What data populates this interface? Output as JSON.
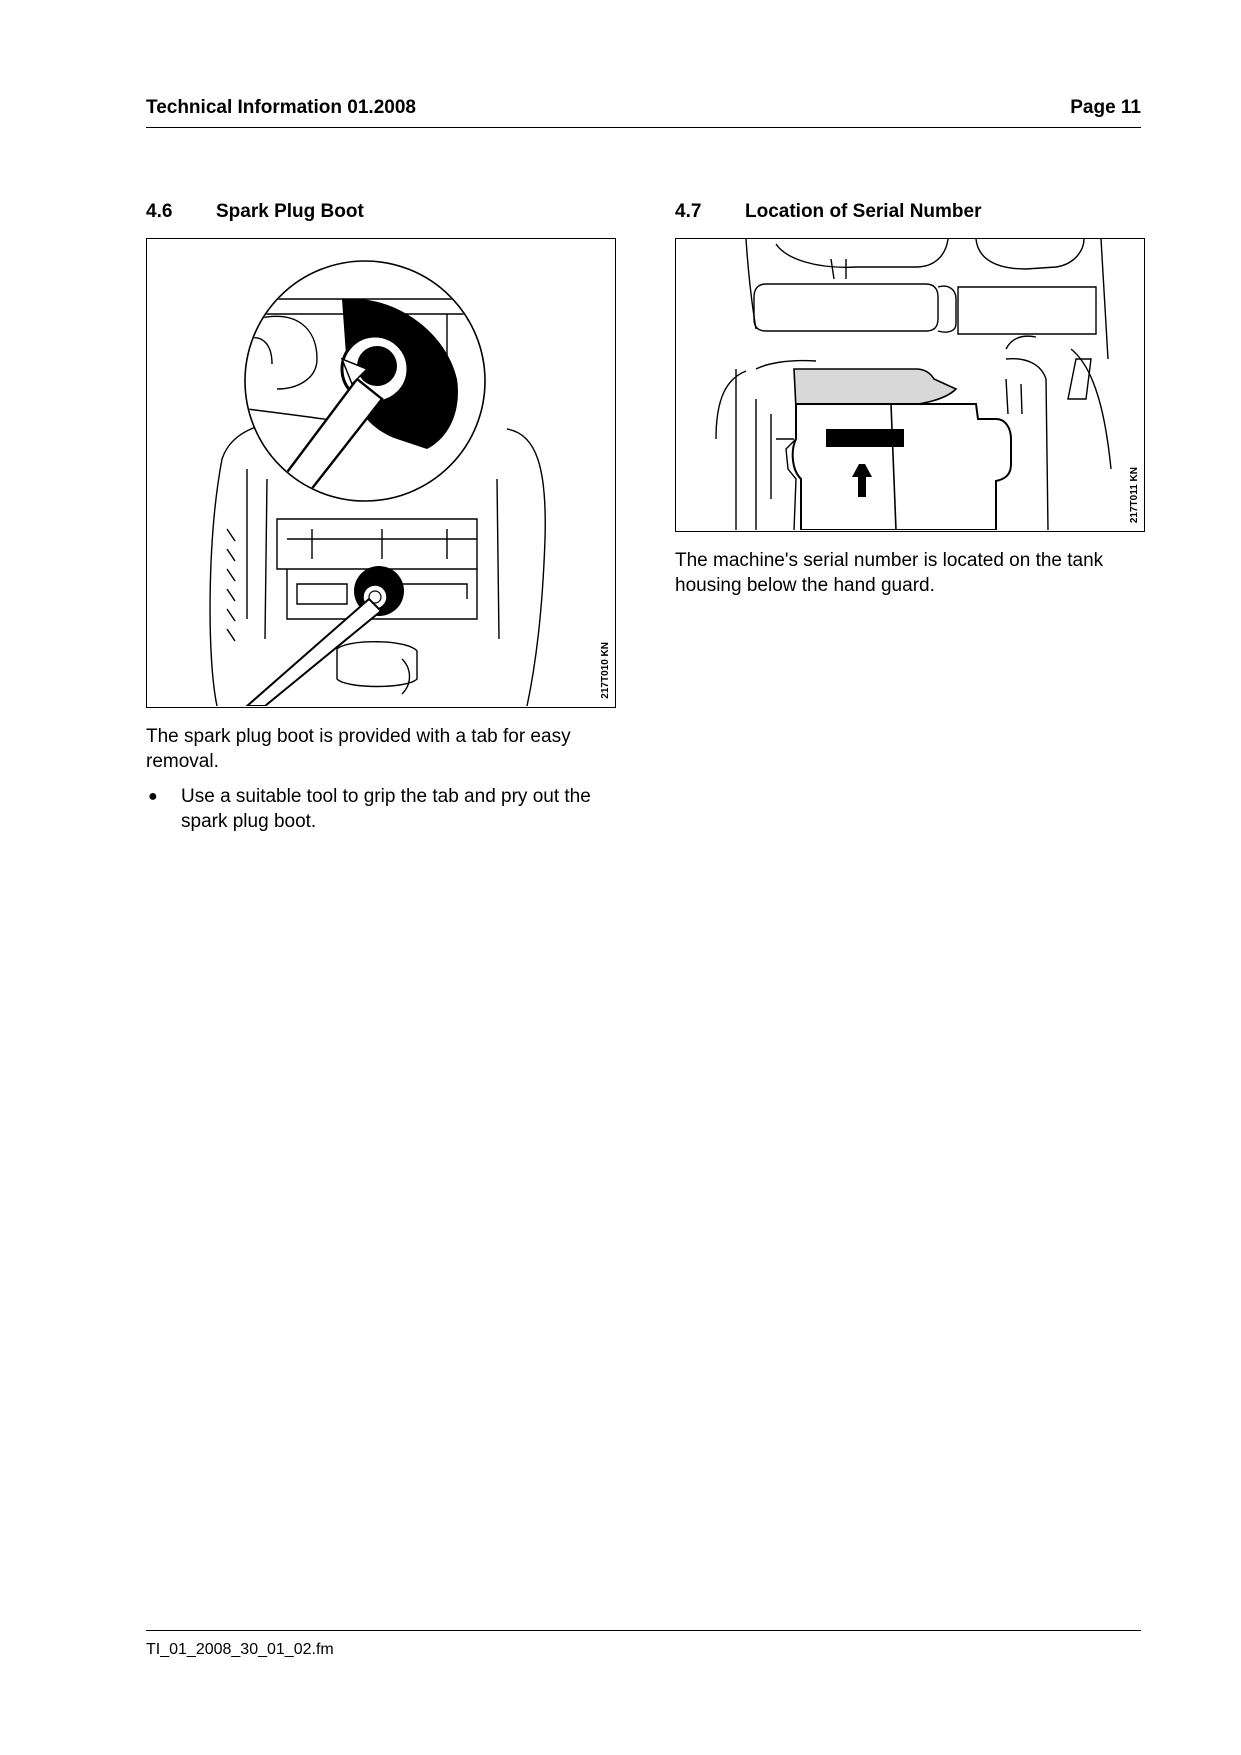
{
  "header": {
    "left": "Technical Information  01.2008",
    "right": "Page 11"
  },
  "sections": [
    {
      "number": "4.6",
      "title": "Spark Plug Boot",
      "figure_code": "217T010 KN",
      "paragraph": "The spark plug boot is provided with a tab for easy removal.",
      "bullet_symbol": "●",
      "bullet_lines": [
        "Use a suitable tool to grip the tab and pry out the",
        "spark plug boot."
      ],
      "paragraph_lines": [
        "The spark plug boot is provided with a tab for easy",
        "removal."
      ]
    },
    {
      "number": "4.7",
      "title": "Location of Serial Number",
      "figure_code": "217T011 KN",
      "paragraph_lines": [
        "The machine's serial number is located on the tank",
        "housing below the hand guard."
      ]
    }
  ],
  "footer": {
    "filename": "TI_01_2008_30_01_02.fm"
  }
}
